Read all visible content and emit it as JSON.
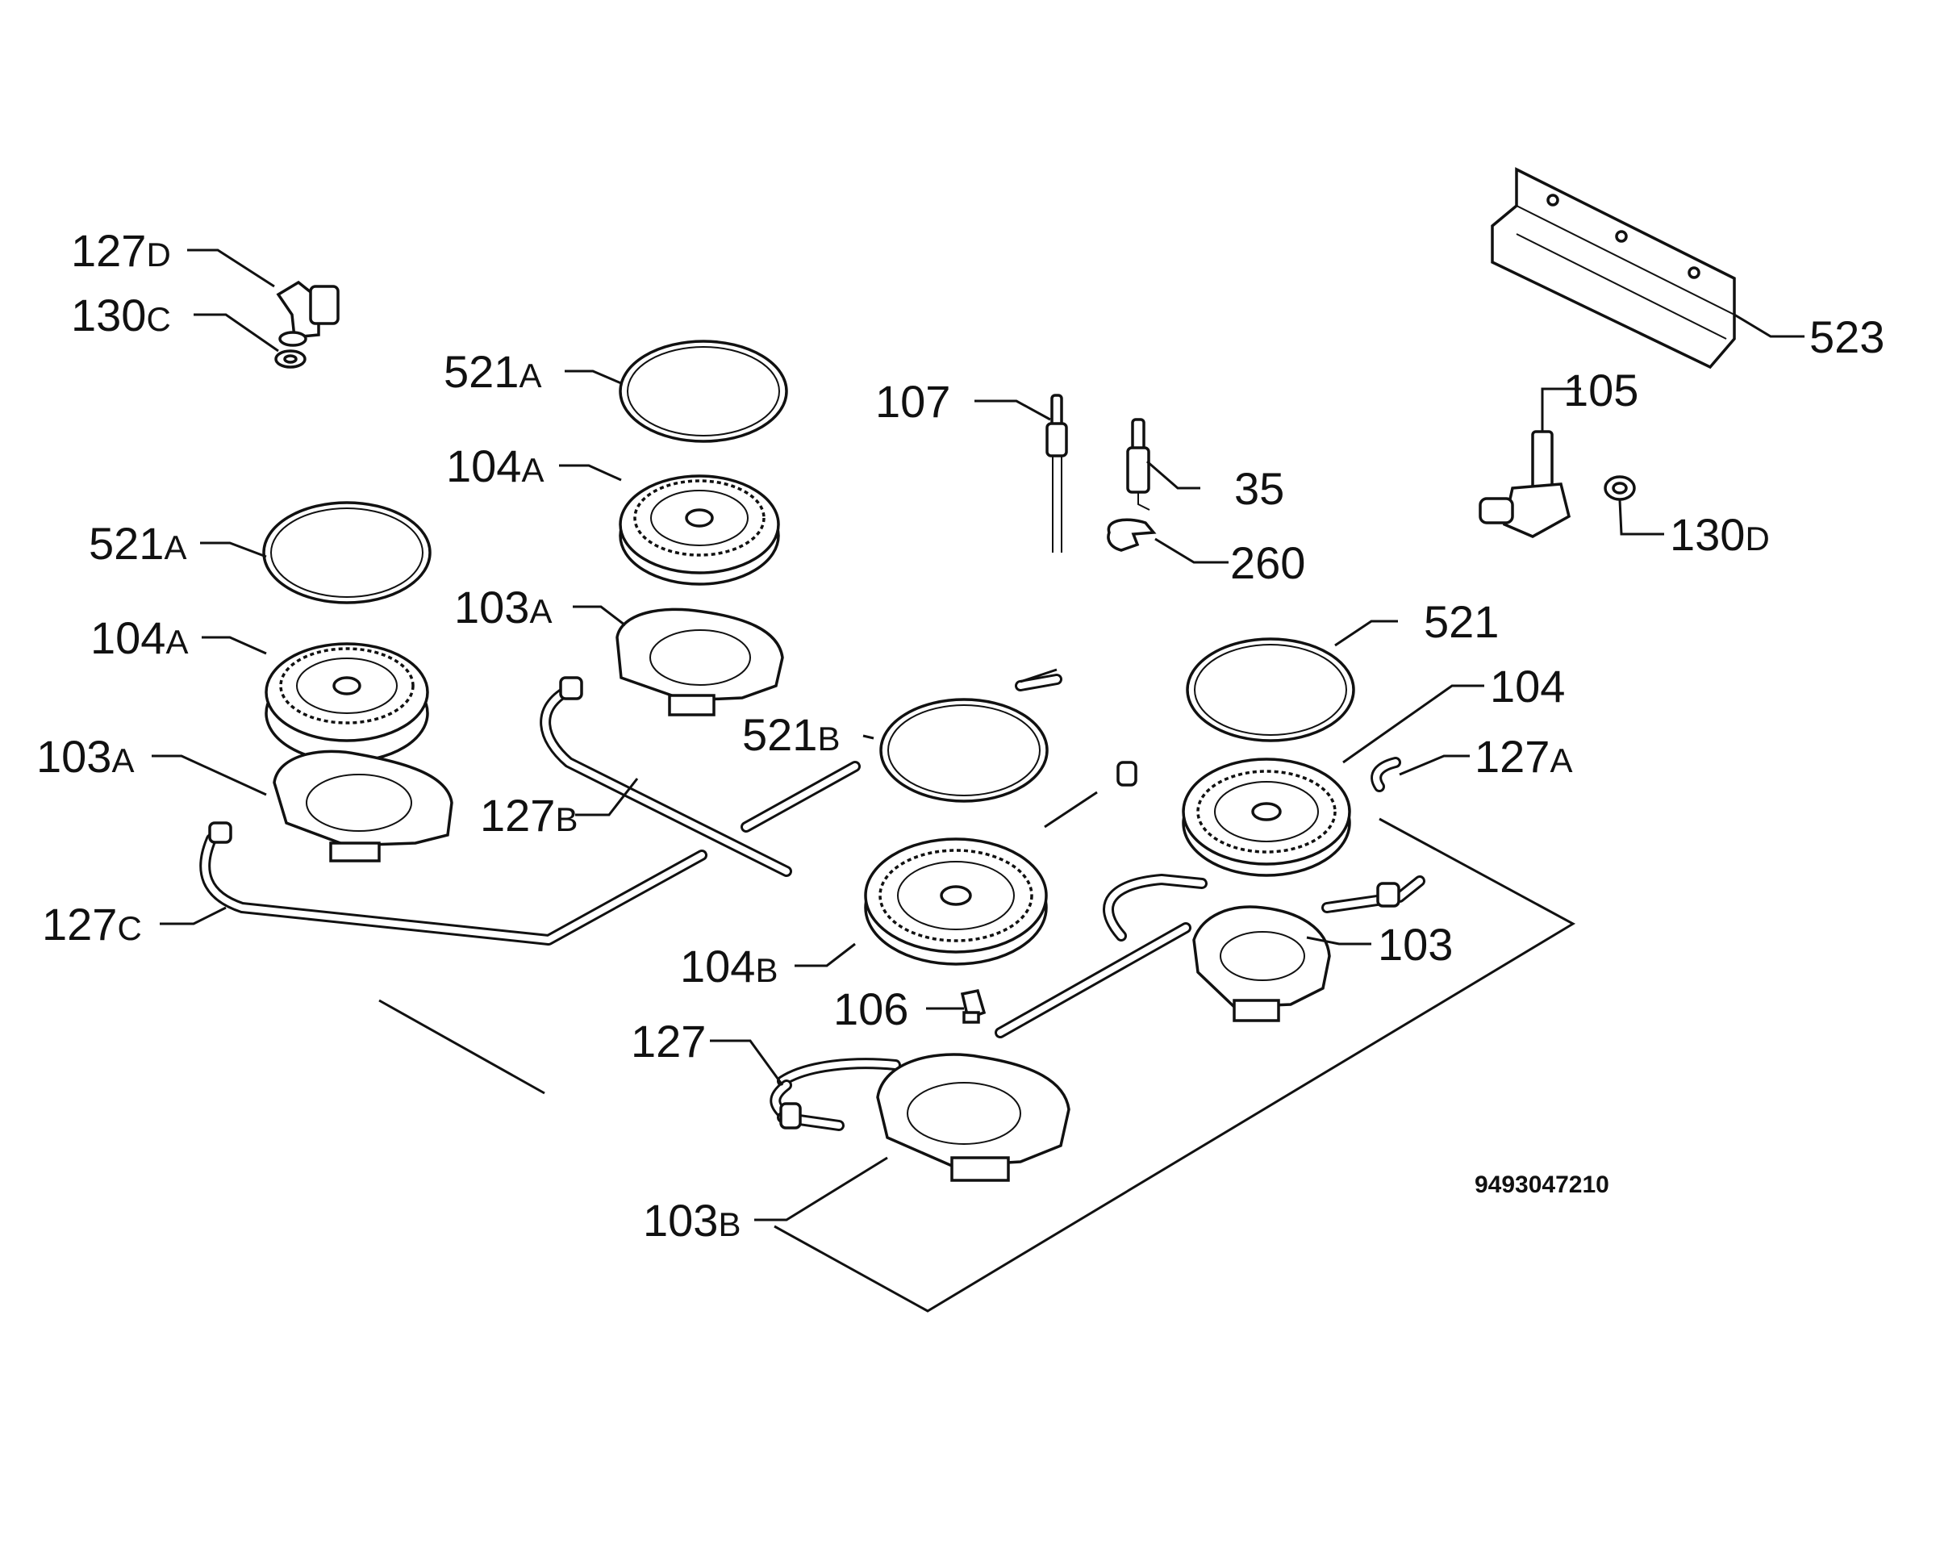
{
  "drawing_number": "9493047210",
  "labels": {
    "l127D": {
      "num": "127",
      "suffix": "D"
    },
    "l130C": {
      "num": "130",
      "suffix": "C"
    },
    "l521A_top": {
      "num": "521",
      "suffix": "A"
    },
    "l104A_top": {
      "num": "104",
      "suffix": "A"
    },
    "l521A_left": {
      "num": "521",
      "suffix": "A"
    },
    "l104A_left": {
      "num": "104",
      "suffix": "A"
    },
    "l103A_mid": {
      "num": "103",
      "suffix": "A"
    },
    "l103A_left": {
      "num": "103",
      "suffix": "A"
    },
    "l127B": {
      "num": "127",
      "suffix": "B"
    },
    "l127C": {
      "num": "127",
      "suffix": "C"
    },
    "l107": {
      "num": "107",
      "suffix": ""
    },
    "l35": {
      "num": "35",
      "suffix": ""
    },
    "l260": {
      "num": "260",
      "suffix": ""
    },
    "l523": {
      "num": "523",
      "suffix": ""
    },
    "l105": {
      "num": "105",
      "suffix": ""
    },
    "l130D": {
      "num": "130",
      "suffix": "D"
    },
    "l521": {
      "num": "521",
      "suffix": ""
    },
    "l104": {
      "num": "104",
      "suffix": ""
    },
    "l127A": {
      "num": "127",
      "suffix": "A"
    },
    "l103": {
      "num": "103",
      "suffix": ""
    },
    "l521B": {
      "num": "521",
      "suffix": "B"
    },
    "l104B": {
      "num": "104",
      "suffix": "B"
    },
    "l106": {
      "num": "106",
      "suffix": ""
    },
    "l127": {
      "num": "127",
      "suffix": ""
    },
    "l103B": {
      "num": "103",
      "suffix": "B"
    }
  }
}
